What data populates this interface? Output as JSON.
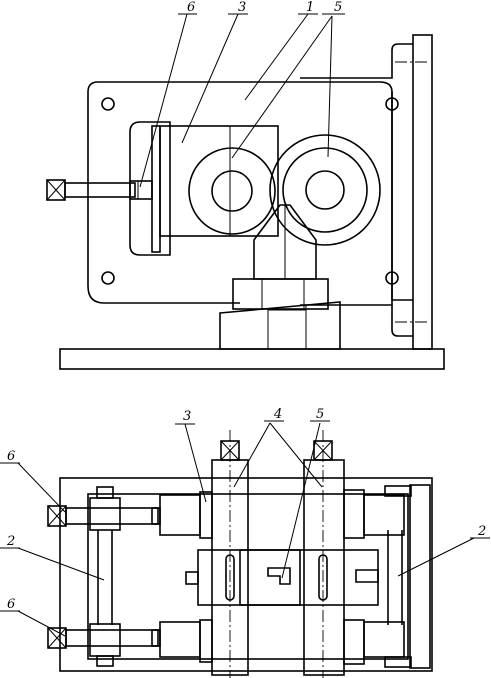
{
  "top_view": {
    "labels": {
      "l6": "6",
      "l3": "3",
      "l1": "1",
      "l5": "5"
    }
  },
  "bottom_view": {
    "labels": {
      "l3": "3",
      "l4": "4",
      "l5": "5",
      "l6a": "6",
      "l6b": "6",
      "l2a": "2",
      "l2b": "2"
    }
  }
}
